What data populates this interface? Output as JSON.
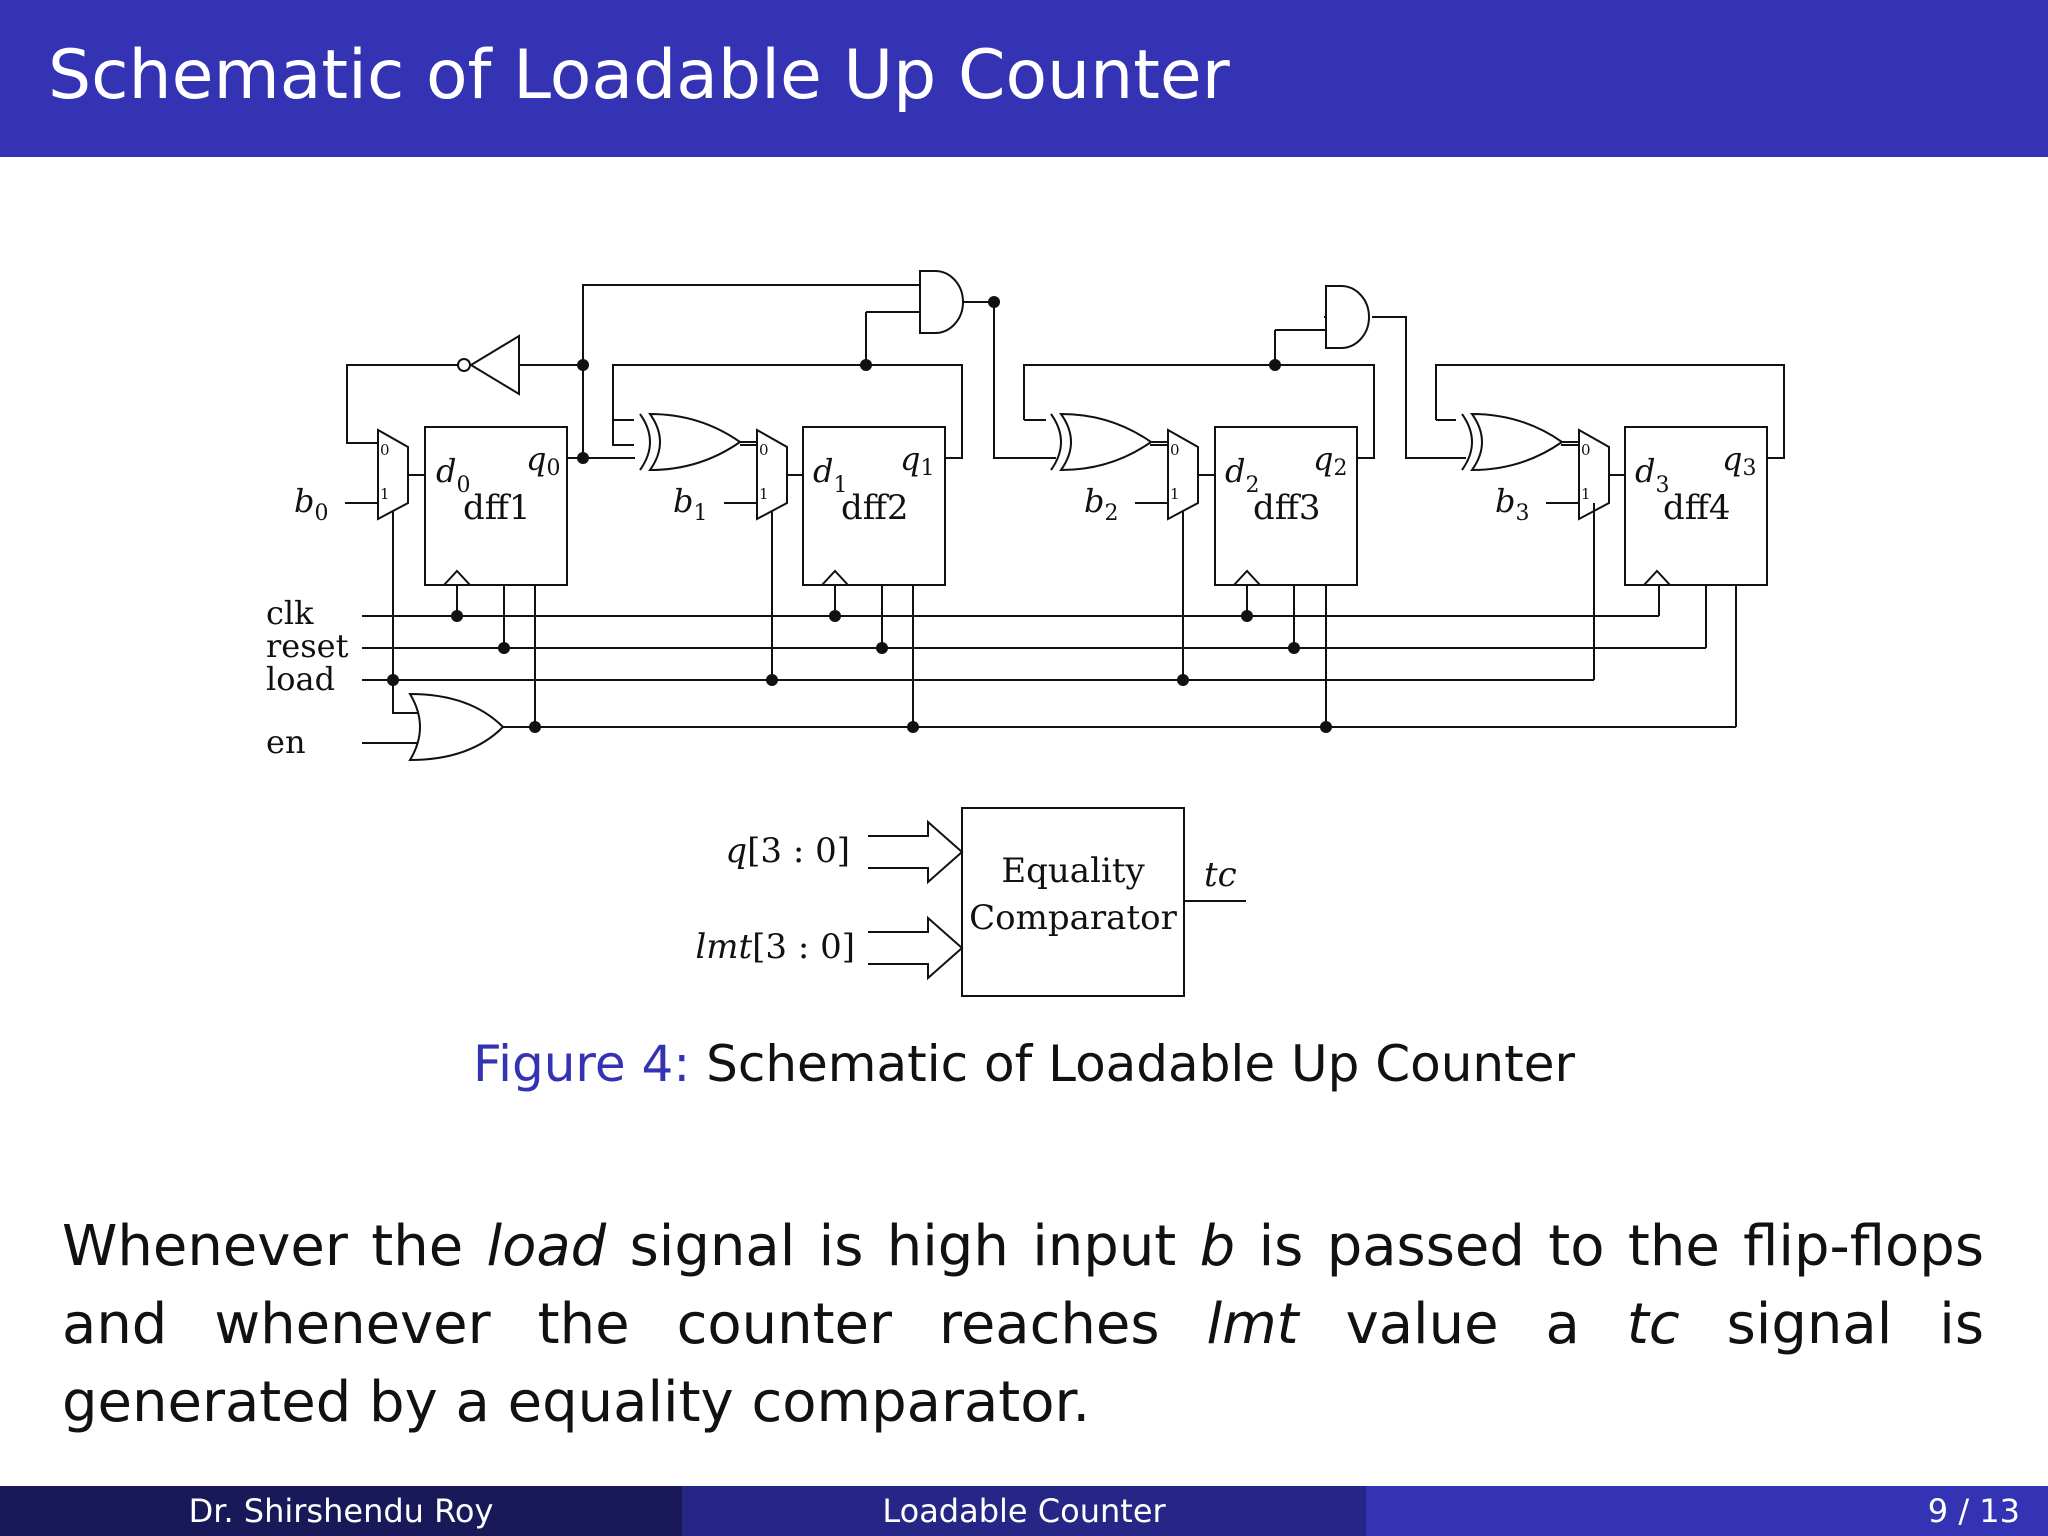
{
  "header": {
    "title": "Schematic of Loadable Up Counter"
  },
  "diagram": {
    "ffs": [
      {
        "name": "dff1",
        "d": "d",
        "d_sub": "0",
        "q": "q",
        "q_sub": "0",
        "b": "b",
        "b_sub": "0"
      },
      {
        "name": "dff2",
        "d": "d",
        "d_sub": "1",
        "q": "q",
        "q_sub": "1",
        "b": "b",
        "b_sub": "1"
      },
      {
        "name": "dff3",
        "d": "d",
        "d_sub": "2",
        "q": "q",
        "q_sub": "2",
        "b": "b",
        "b_sub": "2"
      },
      {
        "name": "dff4",
        "d": "d",
        "d_sub": "3",
        "q": "q",
        "q_sub": "3",
        "b": "b",
        "b_sub": "3"
      }
    ],
    "mux_labels": {
      "zero": "0",
      "one": "1"
    },
    "signals": {
      "clk": "clk",
      "reset": "reset",
      "load": "load",
      "en": "en"
    },
    "comparator": {
      "line1": "Equality",
      "line2": "Comparator",
      "in1_var": "q",
      "in1_range": "[3 : 0]",
      "in2_var": "lmt",
      "in2_range": "[3 : 0]",
      "out": "tc"
    }
  },
  "caption": {
    "label": "Figure 4:",
    "text": "Schematic of Loadable Up Counter"
  },
  "body": {
    "t1": "Whenever the ",
    "load": "load",
    "t2": " signal is high input ",
    "b": "b",
    "t3": " is passed to the flip-flops and whenever the counter reaches ",
    "lmt": "lmt",
    "t4": " value a ",
    "tc": "tc",
    "t5": " signal is generated by a equality comparator."
  },
  "footer": {
    "author": "Dr. Shirshendu Roy",
    "short_title": "Loadable Counter",
    "page": "9 / 13"
  }
}
